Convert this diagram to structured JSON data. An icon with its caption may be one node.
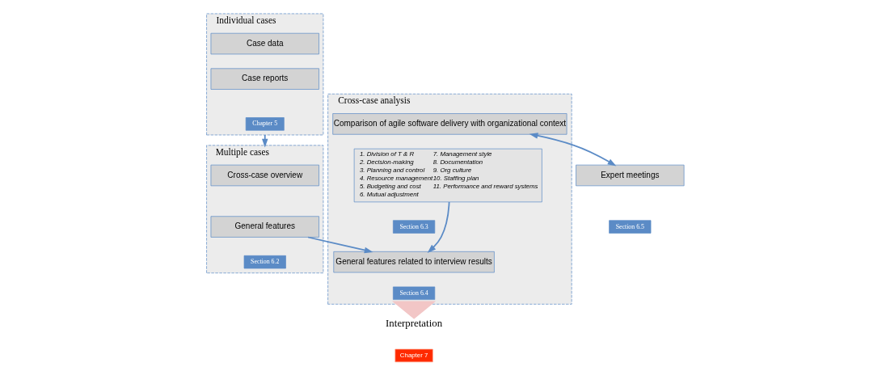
{
  "diagram": {
    "nodes": [
      {
        "text": [
          "Individual cases"
        ]
      },
      {
        "text": [
          "Case data"
        ],
        "in": 0
      },
      {
        "text": [
          "Case reports"
        ],
        "in": 0
      },
      {
        "text": [
          "Chapter 5"
        ],
        "in": 0
      },
      {
        "text": [
          "Multiple cases"
        ]
      },
      {
        "text": [
          "Cross-case overview"
        ],
        "in": 4
      },
      {
        "text": [
          "General features"
        ],
        "in": 4
      },
      {
        "text": [
          "Section 6.2"
        ],
        "in": 4
      },
      {
        "text": [
          "Cross-case analysis"
        ]
      },
      {
        "text": [
          "Comparison of agile software delivery with organizational context"
        ],
        "in": 8
      },
      {
        "text": [
          "1. Division of T & R",
          "2. Decision-making",
          "3. Planning and control",
          "4. Resource management",
          "5. Budgeting and cost",
          "6. Mutual adjustment",
          "7. Management style",
          "8. Documentation",
          "9. Org culture",
          "10. Staffing plan",
          "11. Performance and reward systems"
        ],
        "in": 8
      },
      {
        "text": [
          "Section 6.3"
        ],
        "in": 8
      },
      {
        "text": [
          "General features related to interview results"
        ],
        "in": 8
      },
      {
        "text": [
          "Section 6.4"
        ],
        "in": 8
      },
      {
        "text": [
          "Expert meetings"
        ]
      },
      {
        "text": [
          "Section 6.5"
        ]
      },
      {
        "text": [
          "Interpretation"
        ]
      },
      {
        "text": [
          "Chapter 7"
        ]
      }
    ],
    "edges": [
      {
        "from": 0,
        "to": 4,
        "arrow": "to"
      },
      {
        "from": 9,
        "to": 14,
        "arrow": "both"
      },
      {
        "from": 10,
        "to": 12,
        "arrow": "to"
      },
      {
        "from": 6,
        "to": 12,
        "arrow": "to"
      },
      {
        "from": 8,
        "to": 16,
        "arrow": "to",
        "style": "thick",
        "color": "#f2c6c6"
      }
    ]
  }
}
